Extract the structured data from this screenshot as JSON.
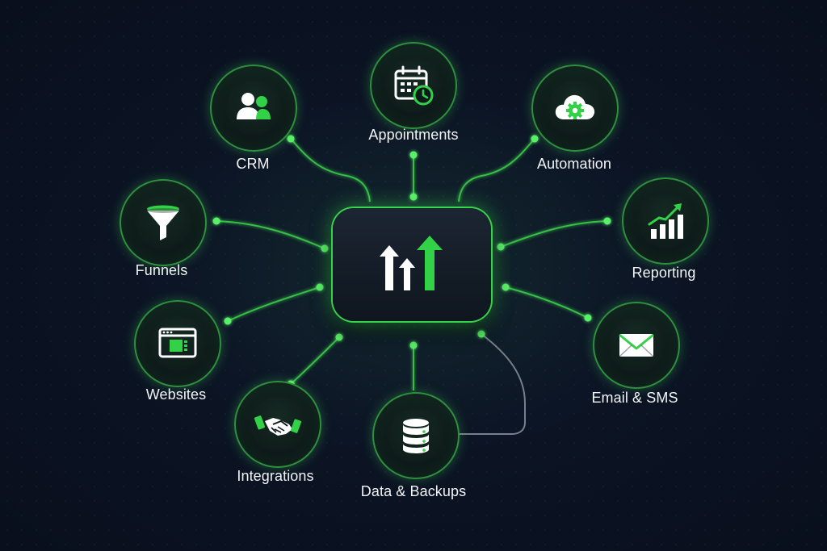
{
  "hub": {
    "icon": "growth-arrows-icon"
  },
  "nodes": [
    {
      "id": "appointments",
      "label": "Appointments",
      "icon": "calendar-clock-icon"
    },
    {
      "id": "crm",
      "label": "CRM",
      "icon": "users-icon"
    },
    {
      "id": "automation",
      "label": "Automation",
      "icon": "cloud-gear-icon"
    },
    {
      "id": "funnels",
      "label": "Funnels",
      "icon": "funnel-icon"
    },
    {
      "id": "reporting",
      "label": "Reporting",
      "icon": "bar-chart-trend-icon"
    },
    {
      "id": "websites",
      "label": "Websites",
      "icon": "browser-window-icon"
    },
    {
      "id": "email-sms",
      "label": "Email & SMS",
      "icon": "envelope-icon"
    },
    {
      "id": "integrations",
      "label": "Integrations",
      "icon": "handshake-icon"
    },
    {
      "id": "data-backups",
      "label": "Data & Backups",
      "icon": "database-icon"
    }
  ],
  "colors": {
    "accent": "#3ad04a",
    "background": "#0b1220",
    "text": "#f2f4f6"
  }
}
